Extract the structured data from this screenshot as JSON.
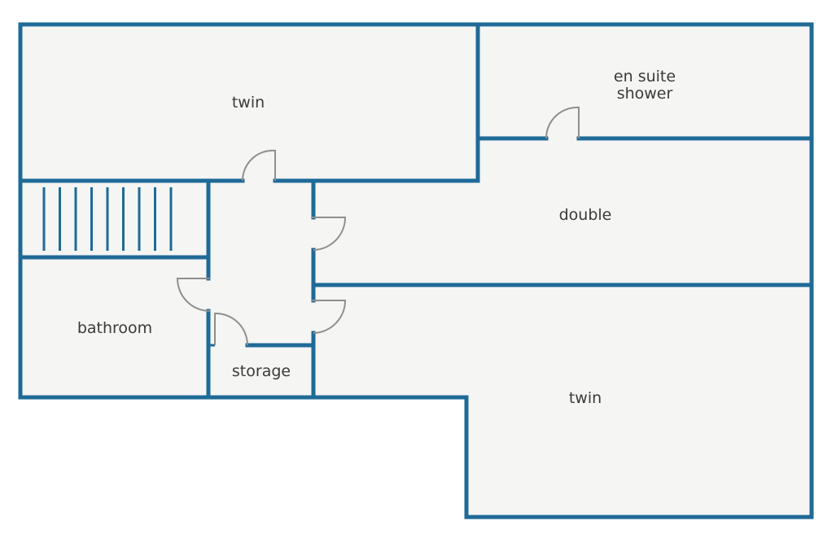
{
  "colors": {
    "wall": "#1f6a97",
    "floor": "#f5f5f4",
    "door": "#8e8e8e",
    "label": "#3a3a3a",
    "background": "#ffffff"
  },
  "rooms": {
    "twin_top": {
      "label": "twin"
    },
    "en_suite": {
      "line1": "en suite",
      "line2": "shower"
    },
    "double": {
      "label": "double"
    },
    "bathroom": {
      "label": "bathroom"
    },
    "storage": {
      "label": "storage"
    },
    "twin_bottom": {
      "label": "twin"
    }
  },
  "fixtures": {
    "staircase": {
      "tread_count": 9
    }
  }
}
